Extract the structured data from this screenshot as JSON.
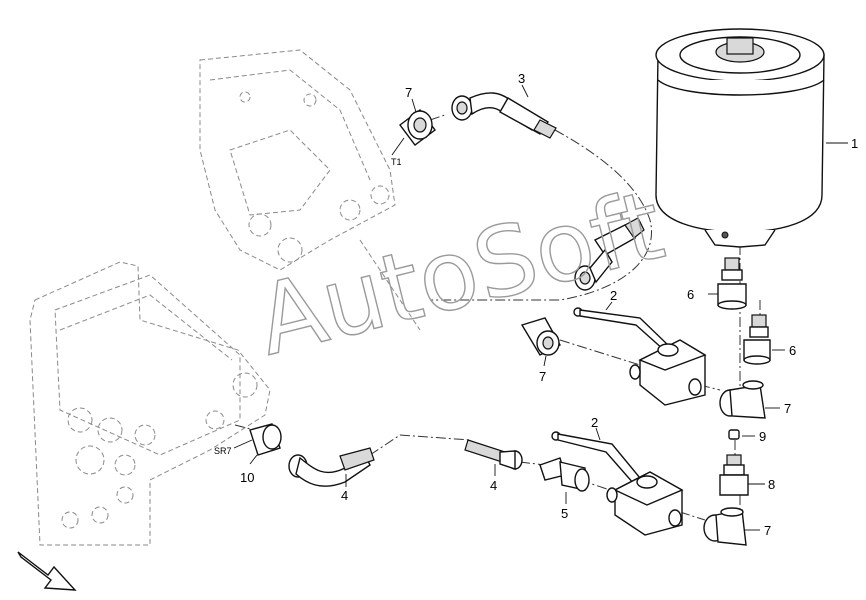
{
  "watermark": "AutoSoft",
  "callouts": {
    "c1": "1",
    "c2a": "2",
    "c2b": "2",
    "c3": "3",
    "c4a": "4",
    "c4b": "4",
    "c5": "5",
    "c6a": "6",
    "c6b": "6",
    "c7a": "7",
    "c7b": "7",
    "c7c": "7",
    "c7d": "7",
    "c8": "8",
    "c9": "9",
    "c10": "10"
  },
  "port_labels": {
    "t1": "T1",
    "sr7": "SR7"
  }
}
